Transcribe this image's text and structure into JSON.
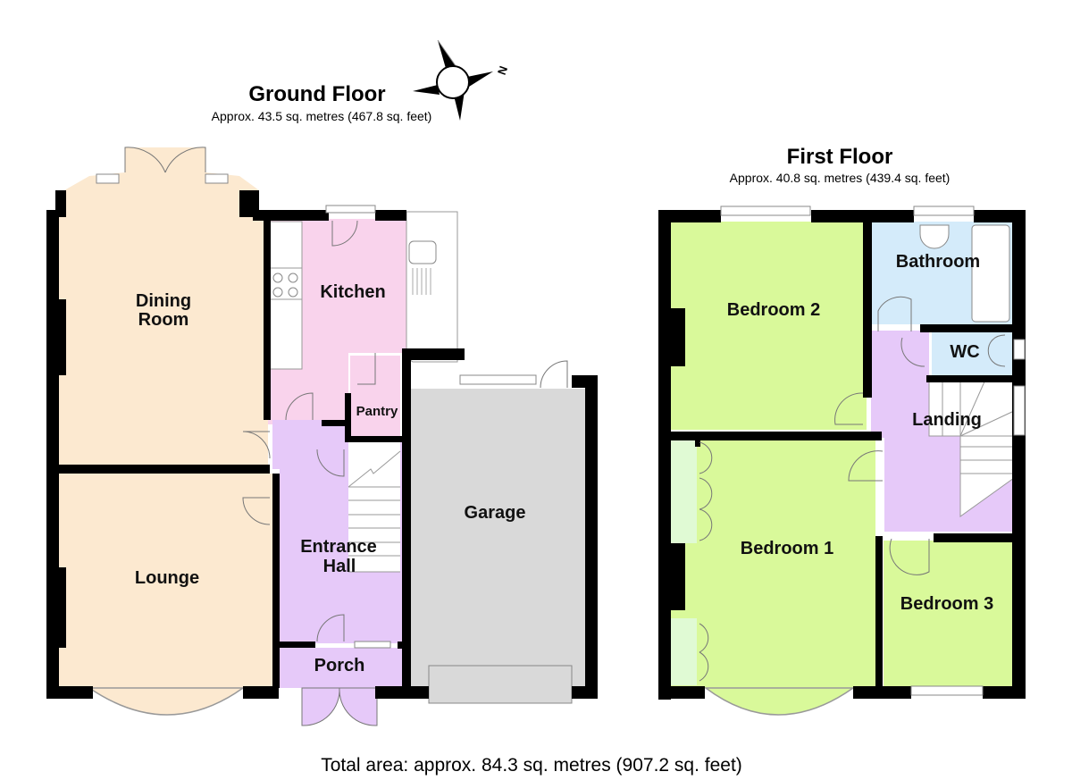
{
  "ground_floor": {
    "title": "Ground Floor",
    "area": "Approx. 43.5 sq. metres (467.8 sq. feet)",
    "rooms": {
      "dining_room_line1": "Dining",
      "dining_room_line2": "Room",
      "kitchen": "Kitchen",
      "pantry": "Pantry",
      "lounge": "Lounge",
      "entrance_hall_line1": "Entrance",
      "entrance_hall_line2": "Hall",
      "porch": "Porch",
      "garage": "Garage"
    }
  },
  "first_floor": {
    "title": "First Floor",
    "area": "Approx. 40.8 sq. metres (439.4 sq. feet)",
    "rooms": {
      "bedroom2": "Bedroom 2",
      "bathroom": "Bathroom",
      "wc": "WC",
      "landing": "Landing",
      "bedroom1": "Bedroom 1",
      "bedroom3": "Bedroom 3"
    }
  },
  "compass": {
    "north_label": "N",
    "icon": "compass-rose-icon"
  },
  "total_area": "Total area: approx. 84.3 sq. metres (907.2 sq. feet)",
  "colors": {
    "wall": "#000000",
    "reception": "#fce9d0",
    "kitchen": "#f9d3ec",
    "hall": "#e6c9f9",
    "garage": "#d9d9d9",
    "bedroom": "#d9f99a",
    "wet_room": "#d4ebfa",
    "wardrobe": "#e0fad4"
  }
}
